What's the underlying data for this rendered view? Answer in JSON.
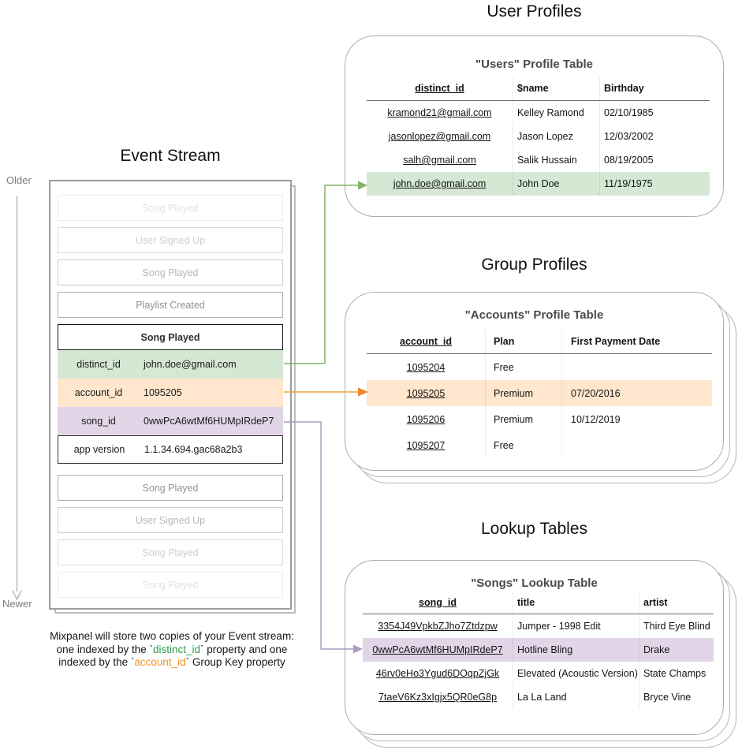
{
  "colors": {
    "green_fill": "#d5e8d4",
    "green_stroke": "#82b366",
    "green_keyword_text": "#2e9e49",
    "orange_fill": "#ffe6cc",
    "orange_stroke": "#e8a33d",
    "orange_keyword_text": "#f7941d",
    "purple_fill": "#e1d5e7",
    "purple_stroke": "#ab9cbd"
  },
  "event_stream": {
    "title": "Event Stream",
    "older_label": "Older",
    "newer_label": "Newer",
    "events_before": [
      "Song Played",
      "User Signed Up",
      "Song Played",
      "Playlist Created"
    ],
    "event_card": {
      "title": "Song Played",
      "rows": [
        {
          "key": "distinct_id",
          "value": "john.doe@gmail.com"
        },
        {
          "key": "account_id",
          "value": "1095205"
        },
        {
          "key": "song_id",
          "value": "0wwPcA6wtMf6HUMpIRdeP7"
        },
        {
          "key": "app version",
          "value": "1.1.34.694.gac68a2b3"
        }
      ]
    },
    "events_after": [
      "Song Played",
      "User Signed Up",
      "Song Played",
      "Song Played"
    ],
    "caption": {
      "line1": "Mixpanel will store two copies of your Event stream:",
      "line2_pre": "one indexed by the `",
      "line2_key": "distinct_id",
      "line2_post": "` property and one",
      "line3_pre": "indexed by the `",
      "line3_key": "account_id",
      "line3_post": "` Group Key property"
    }
  },
  "user_profiles": {
    "section_title": "User Profiles",
    "table_title": "\"Users\" Profile Table",
    "headers": [
      "distinct_id",
      "$name",
      "Birthday"
    ],
    "rows": [
      [
        "kramond21@gmail.com",
        "Kelley Ramond",
        "02/10/1985"
      ],
      [
        "jasonlopez@gmail.com",
        "Jason Lopez",
        "12/03/2002"
      ],
      [
        "salh@gmail.com",
        "Salik Hussain",
        "08/19/2005"
      ],
      [
        "john.doe@gmail.com",
        "John Doe",
        "11/19/1975"
      ]
    ],
    "highlighted_row_index": 3
  },
  "group_profiles": {
    "section_title": "Group Profiles",
    "table_title": "\"Accounts\" Profile Table",
    "headers": [
      "account_id",
      "Plan",
      "First Payment Date"
    ],
    "rows": [
      [
        "1095204",
        "Free",
        ""
      ],
      [
        "1095205",
        "Premium",
        "07/20/2016"
      ],
      [
        "1095206",
        "Premium",
        "10/12/2019"
      ],
      [
        "1095207",
        "Free",
        ""
      ]
    ],
    "highlighted_row_index": 1
  },
  "lookup_tables": {
    "section_title": "Lookup Tables",
    "table_title": "\"Songs\" Lookup Table",
    "headers": [
      "song_id",
      "title",
      "artist"
    ],
    "rows": [
      [
        "3354J49VpkbZJho7Ztdzpw",
        "Jumper - 1998 Edit",
        "Third Eye Blind"
      ],
      [
        "0wwPcA6wtMf6HUMpIRdeP7",
        "Hotline Bling",
        "Drake"
      ],
      [
        "46rv0eHo3Ygud6DOqpZjGk",
        "Elevated (Acoustic Version)",
        "State Champs"
      ],
      [
        "7taeV6Kz3xIgjx5QR0eG8p",
        "La La Land",
        "Bryce Vine"
      ]
    ],
    "highlighted_row_index": 1
  }
}
